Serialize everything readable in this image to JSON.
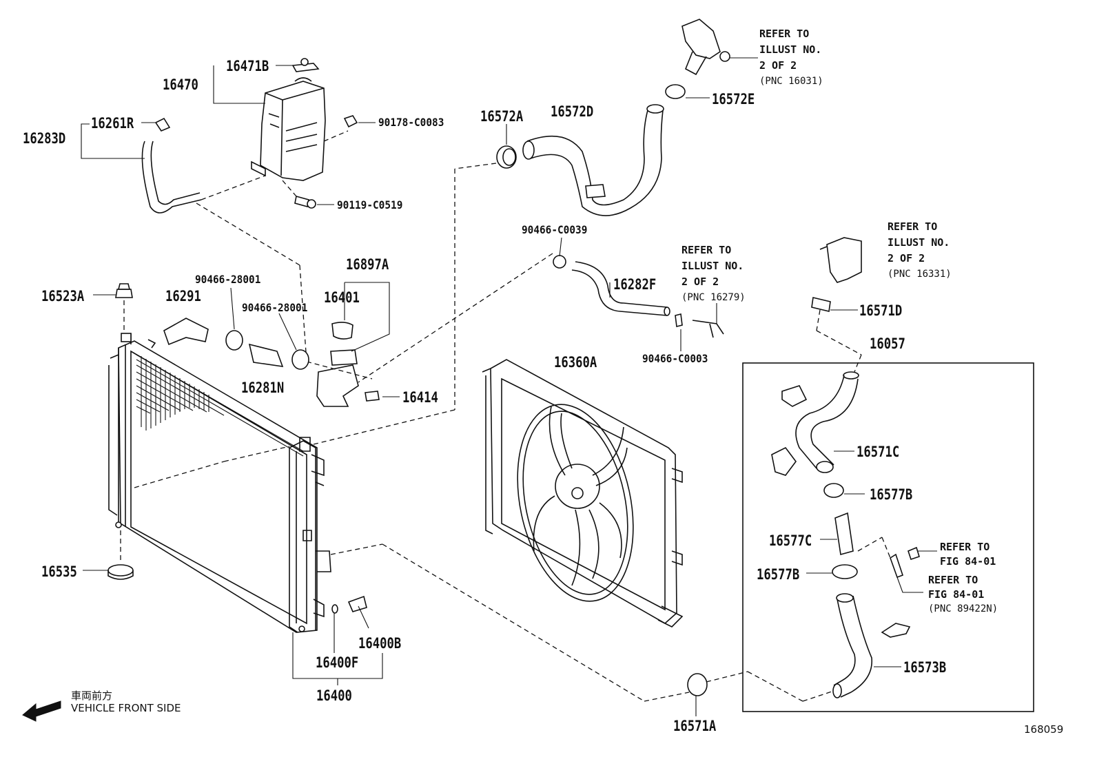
{
  "labels": {
    "p16471B": "16471B",
    "p16470": "16470",
    "p90178": "90178-C0083",
    "p16261R": "16261R",
    "p16283D": "16283D",
    "p90119": "90119-C0519",
    "p16572A": "16572A",
    "p16572D": "16572D",
    "p16572E": "16572E",
    "p16897A": "16897A",
    "p16401": "16401",
    "p16523A": "16523A",
    "p16291": "16291",
    "p90466_28001a": "90466-28001",
    "p90466_28001b": "90466-28001",
    "p16281N": "16281N",
    "p16414": "16414",
    "p90466_C0039": "90466-C0039",
    "p16282F": "16282F",
    "p90466_C0003": "90466-C0003",
    "p16571D": "16571D",
    "p16057": "16057",
    "p16360A": "16360A",
    "p16571C": "16571C",
    "p16577B_a": "16577B",
    "p16577C": "16577C",
    "p16577B_b": "16577B",
    "p16573B": "16573B",
    "p16535": "16535",
    "p16400B": "16400B",
    "p16400F": "16400F",
    "p16400": "16400",
    "p16571A": "16571A"
  },
  "notes": {
    "n16031": {
      "l1": "REFER TO",
      "l2": "ILLUST NO.",
      "l3": "2 OF 2",
      "l4": "(PNC 16031)"
    },
    "n16279": {
      "l1": "REFER TO",
      "l2": "ILLUST NO.",
      "l3": "2 OF 2",
      "l4": "(PNC 16279)"
    },
    "n16331": {
      "l1": "REFER TO",
      "l2": "ILLUST NO.",
      "l3": "2 OF 2",
      "l4": "(PNC 16331)"
    },
    "fig1": {
      "l1": "REFER TO",
      "l2": "FIG 84-01"
    },
    "fig2": {
      "l1": "REFER TO",
      "l2": "FIG 84-01",
      "l3": "(PNC 89422N)"
    }
  },
  "direction": {
    "jp": "車両前方",
    "en": "VEHICLE FRONT SIDE"
  },
  "figure_number": "168059"
}
